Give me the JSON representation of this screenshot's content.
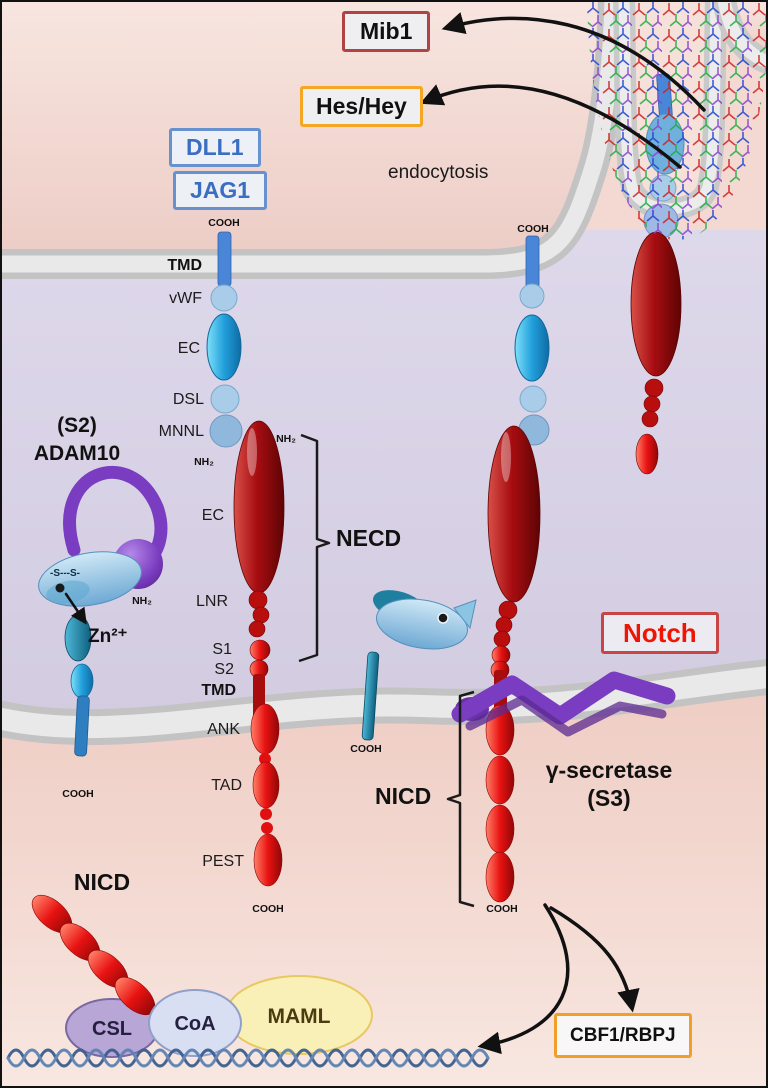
{
  "figure": {
    "endocytosis_label": "endocytosis"
  },
  "boxes": {
    "mib1": "Mib1",
    "hes_hey": "Hes/Hey",
    "dll1": "DLL1",
    "jag1": "JAG1",
    "notch": "Notch",
    "cbf1_rbpj": "CBF1/RBPJ"
  },
  "ligand": {
    "cooh": "COOH",
    "tmd": "TMD",
    "vwf": "vWF",
    "ec": "EC",
    "dsl": "DSL",
    "mnnl": "MNNL",
    "nh2": "NH₂"
  },
  "receptor": {
    "nh2": "NH₂",
    "ec": "EC",
    "lnr": "LNR",
    "s1": "S1",
    "s2": "S2",
    "tmd": "TMD",
    "ank": "ANK",
    "tad": "TAD",
    "pest": "PEST",
    "cooh": "COOH",
    "necd": "NECD",
    "nicd": "NICD"
  },
  "adam10": {
    "s2": "(S2)",
    "name": "ADAM10",
    "disulfide": "-S---S-",
    "nh2": "NH₂",
    "zn": "Zn²⁺",
    "cooh": "COOH"
  },
  "gamma_secretase": {
    "name": "γ-secretase",
    "s3": "(S3)"
  },
  "complex": {
    "nicd": "NICD",
    "csl": "CSL",
    "coa": "CoA",
    "maml": "MAML"
  },
  "colors": {
    "notch_red": "#e81212",
    "ligand_blue": "#22a0dc",
    "label_blue": "#3a6ec2",
    "mib1_border": "#b04444",
    "hes_border": "#f5a623",
    "cbf1_border": "#f0a02a",
    "membrane_gray": "#d9d9d9",
    "enzyme_purple": "#7a3cc0",
    "background_pink": "#f3d9d2",
    "background_lavender": "#d8d2e6"
  }
}
